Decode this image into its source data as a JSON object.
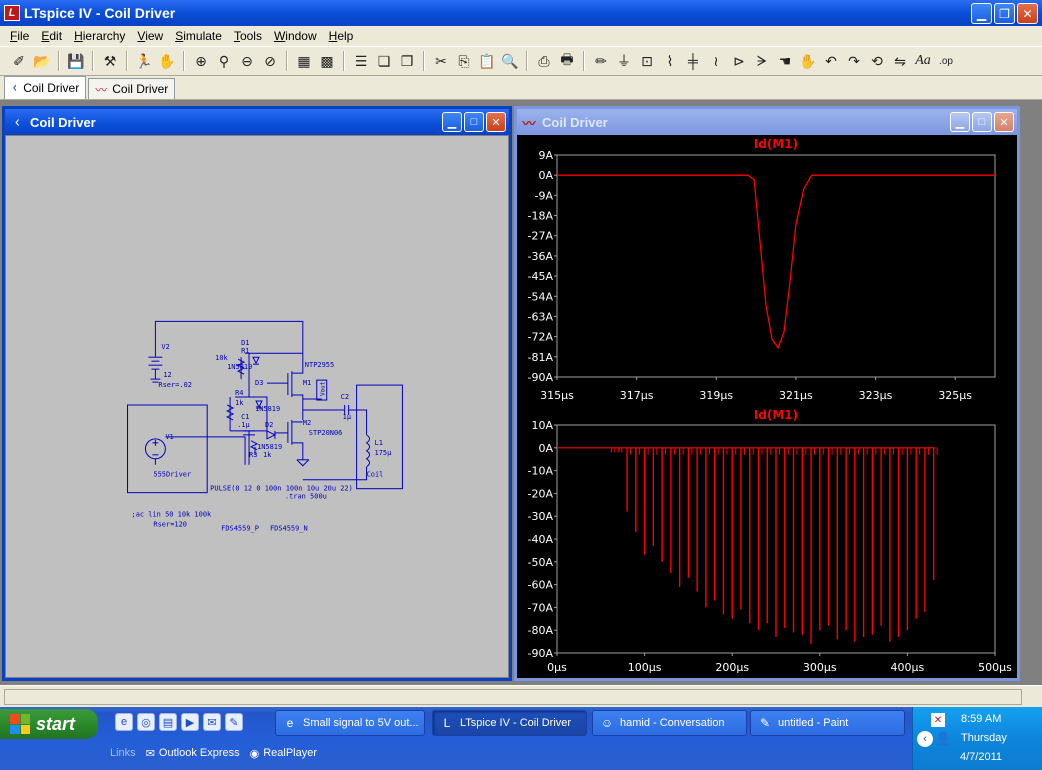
{
  "window": {
    "title": "LTspice IV - Coil Driver"
  },
  "menu": [
    {
      "label": "File",
      "u": "F",
      "rest": "ile"
    },
    {
      "label": "Edit",
      "u": "E",
      "rest": "dit"
    },
    {
      "label": "Hierarchy",
      "u": "H",
      "rest": "ierarchy"
    },
    {
      "label": "View",
      "u": "V",
      "rest": "iew"
    },
    {
      "label": "Simulate",
      "u": "S",
      "rest": "imulate"
    },
    {
      "label": "Tools",
      "u": "T",
      "rest": "ools"
    },
    {
      "label": "Window",
      "u": "W",
      "rest": "indow"
    },
    {
      "label": "Help",
      "u": "H",
      "rest": "elp"
    }
  ],
  "tabs": {
    "schematic": "Coil Driver",
    "waveform": "Coil Driver"
  },
  "schematic_window": {
    "title": "Coil Driver",
    "labels": {
      "v2": "V2",
      "v2_val": "12",
      "v2_rser": "Rser=.02",
      "d1": "D1",
      "r1": "R1",
      "r1_val": "10k",
      "d1_part": "1N5819",
      "d3": "D3",
      "r4": "R4",
      "r4_val": "1k",
      "d3_part": "1N5819",
      "c1": "C1",
      "c1_val": ".1µ",
      "d2": "D2",
      "r3": "R3",
      "r3_val": "1k",
      "d2_part": "1N5819",
      "m1": "M1",
      "m1_part": "NTP2955",
      "m2": "M2",
      "m2_part": "STP20N06",
      "vout": "Vout",
      "c2": "C2",
      "c2_val": "1µ",
      "l1": "L1",
      "l1_val": "175µ",
      "coil": "Coil",
      "v1": "V1",
      "v1_name": "555Driver",
      "pulse": "PULSE(0 12 0 100n 100n 10u 20u 22)",
      "tran": ".tran 500u",
      "ac": ";ac lin 50 10k 100k",
      "rser120": "Rser=120",
      "fds_p": "FDS4559_P",
      "fds_n": "FDS4559_N"
    }
  },
  "waveform_window": {
    "title": "Coil Driver"
  },
  "chart_data": [
    {
      "type": "line",
      "title": "Id(M1)",
      "xlabel": "",
      "ylabel": "",
      "x_ticks": [
        "315µs",
        "317µs",
        "319µs",
        "321µs",
        "323µs",
        "325µs"
      ],
      "y_ticks": [
        "9A",
        "0A",
        "-9A",
        "-18A",
        "-27A",
        "-36A",
        "-45A",
        "-54A",
        "-63A",
        "-72A",
        "-81A",
        "-90A"
      ],
      "xlim": [
        315,
        326
      ],
      "ylim": [
        -90,
        9
      ],
      "color": "#ff0000",
      "series": [
        {
          "name": "Id(M1)",
          "x": [
            315,
            319.8,
            319.95,
            320.1,
            320.25,
            320.4,
            320.55,
            320.7,
            320.85,
            321.0,
            321.2,
            321.4,
            326
          ],
          "y": [
            0,
            0,
            -2,
            -30,
            -58,
            -73,
            -77,
            -70,
            -48,
            -22,
            -6,
            0,
            0
          ]
        }
      ]
    },
    {
      "type": "line",
      "title": "Id(M1)",
      "xlabel": "",
      "ylabel": "",
      "x_ticks": [
        "0µs",
        "100µs",
        "200µs",
        "300µs",
        "400µs",
        "500µs"
      ],
      "y_ticks": [
        "10A",
        "0A",
        "-10A",
        "-20A",
        "-30A",
        "-40A",
        "-50A",
        "-60A",
        "-70A",
        "-80A",
        "-90A"
      ],
      "xlim": [
        0,
        500
      ],
      "ylim": [
        -90,
        10
      ],
      "color": "#ff0000",
      "spikes": {
        "x": [
          80,
          90,
          100,
          110,
          120,
          130,
          140,
          150,
          160,
          170,
          180,
          190,
          200,
          210,
          220,
          230,
          240,
          250,
          260,
          270,
          280,
          290,
          300,
          310,
          320,
          330,
          340,
          350,
          360,
          370,
          380,
          390,
          400,
          410,
          420,
          430
        ],
        "y": [
          -28,
          -37,
          -47,
          -43,
          -50,
          -55,
          -61,
          -57,
          -63,
          -70,
          -67,
          -73,
          -75,
          -71,
          -77,
          -80,
          -77,
          -83,
          -79,
          -81,
          -82,
          -86,
          -80,
          -78,
          -84,
          -80,
          -85,
          -83,
          -82,
          -78,
          -85,
          -83,
          -80,
          -75,
          -72,
          -58
        ]
      }
    }
  ],
  "taskbar": {
    "start": "start",
    "tasks": [
      {
        "label": "Small signal to 5V out...",
        "icon": "e"
      },
      {
        "label": "LTspice IV - Coil Driver",
        "icon": "L"
      },
      {
        "label": "hamid - Conversation",
        "icon": "☺"
      },
      {
        "label": "untitled - Paint",
        "icon": "✎"
      }
    ],
    "links_label": "Links",
    "links": [
      {
        "label": "Outlook Express",
        "icon": "✉"
      },
      {
        "label": "RealPlayer",
        "icon": "◉"
      }
    ],
    "clock": {
      "time": "8:59 AM",
      "day": "Thursday",
      "date": "4/7/2011"
    }
  }
}
